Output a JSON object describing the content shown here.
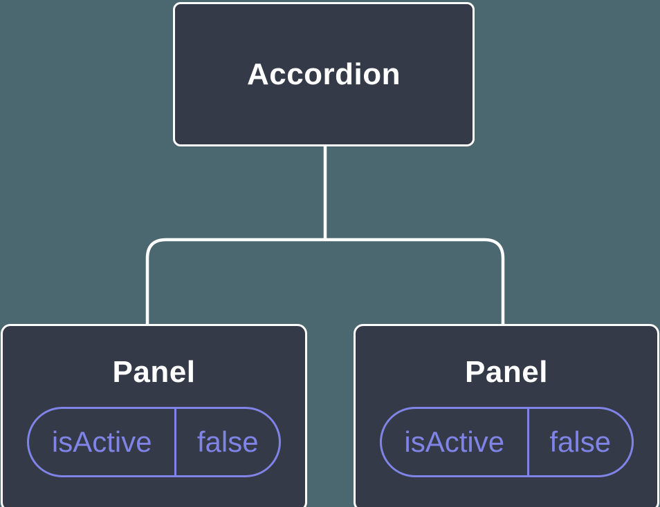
{
  "colors": {
    "background": "#4b6770",
    "node_fill": "#343a48",
    "node_border": "#ffffff",
    "connector": "#ffffff",
    "accent_purple": "#7f84e6",
    "title_text": "#ffffff"
  },
  "tree": {
    "root": {
      "label": "Accordion"
    },
    "children": [
      {
        "title": "Panel",
        "prop": {
          "name": "isActive",
          "value": "false"
        }
      },
      {
        "title": "Panel",
        "prop": {
          "name": "isActive",
          "value": "false"
        }
      }
    ]
  }
}
